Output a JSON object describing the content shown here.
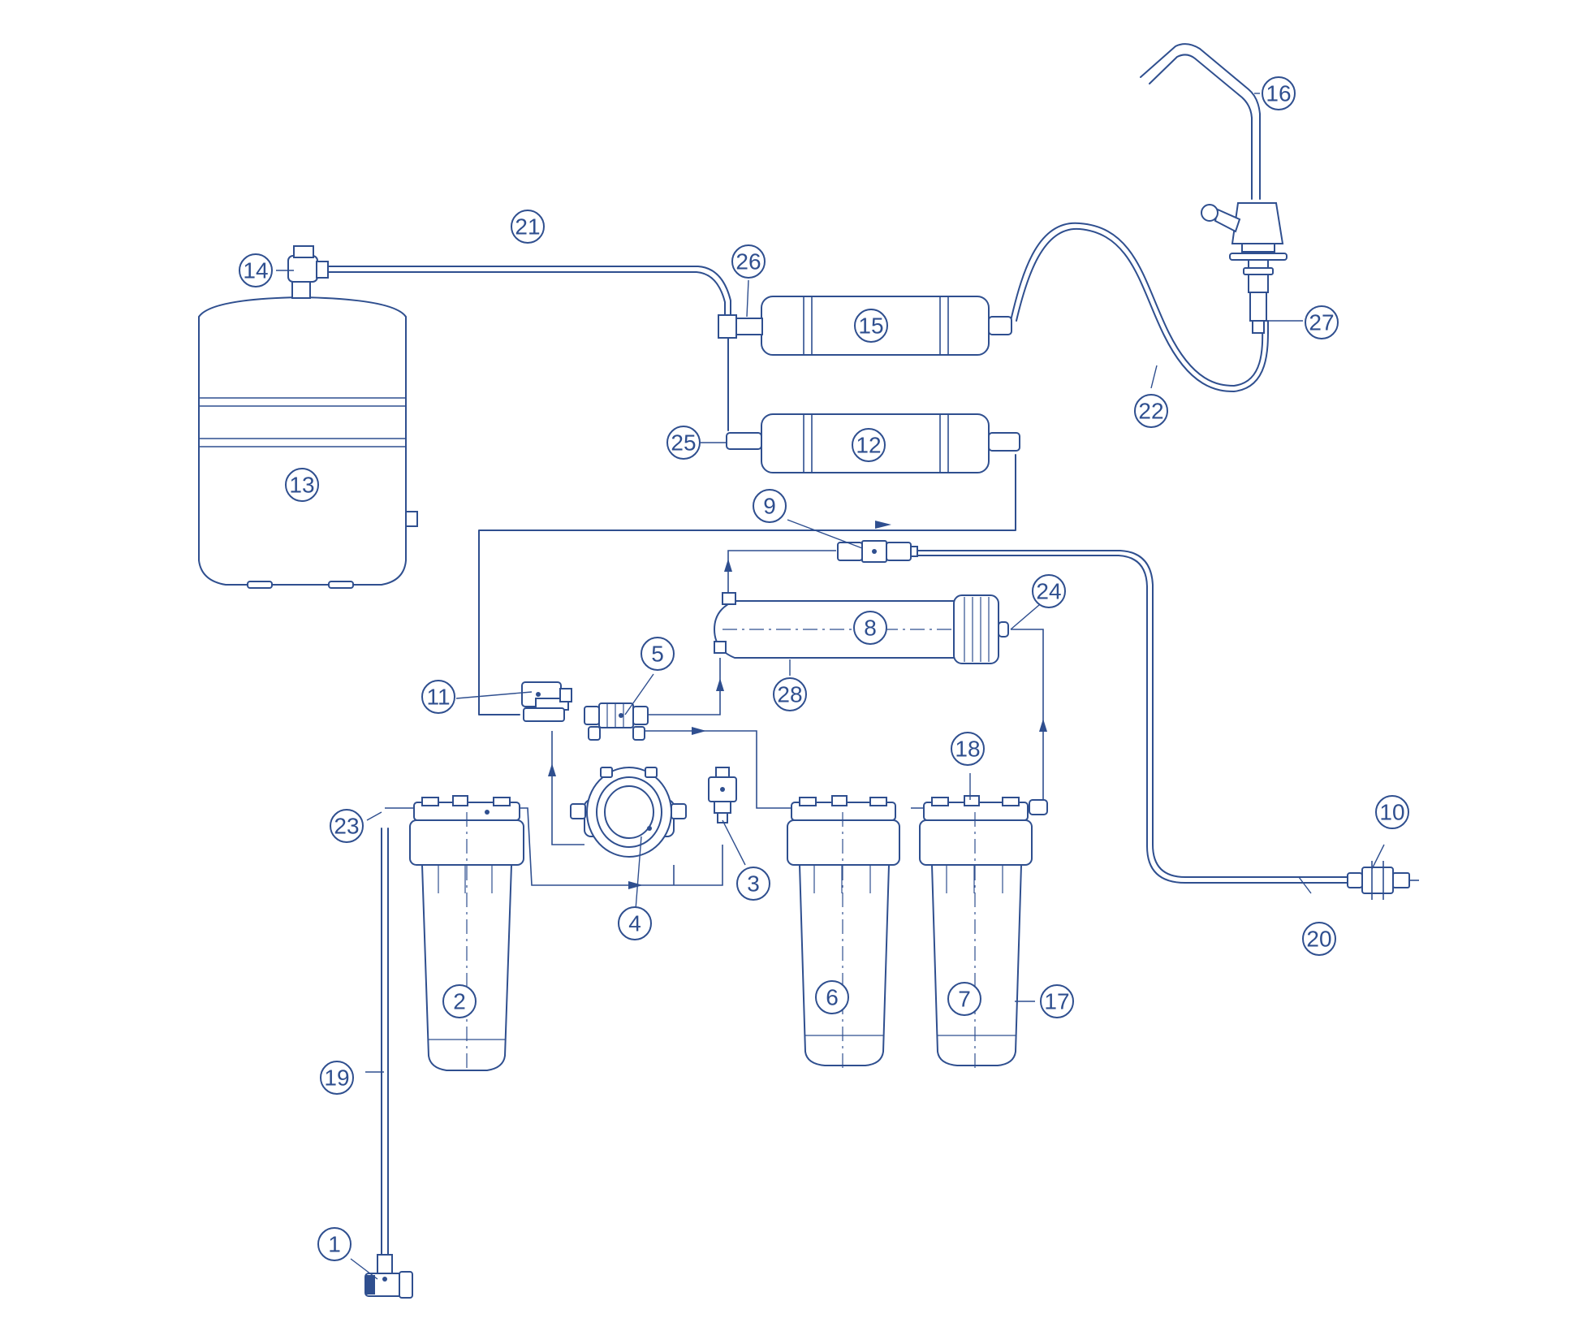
{
  "diagram": {
    "type": "reverse-osmosis-system-exploded-view",
    "line_color": "#2f4f8f",
    "background": "#ffffff",
    "callouts": [
      "1",
      "2",
      "3",
      "4",
      "5",
      "6",
      "7",
      "8",
      "9",
      "10",
      "11",
      "12",
      "13",
      "14",
      "15",
      "16",
      "17",
      "18",
      "19",
      "20",
      "21",
      "22",
      "23",
      "24",
      "25",
      "26",
      "27",
      "28"
    ]
  }
}
